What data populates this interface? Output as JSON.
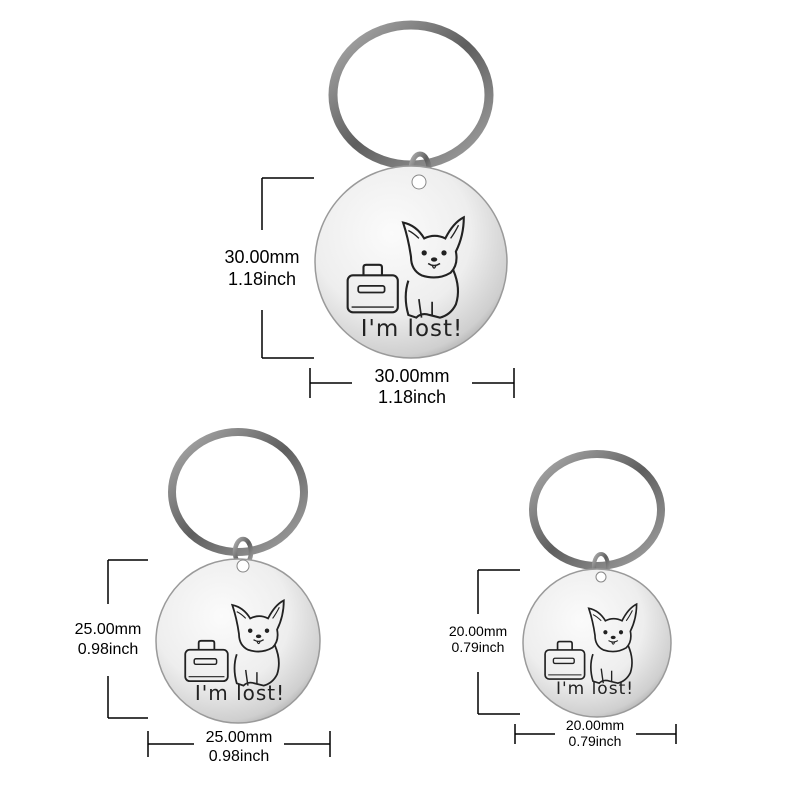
{
  "tags": [
    {
      "id": "large",
      "engraving": "I'm lost!",
      "height_mm": "30.00mm",
      "height_inch": "1.18inch",
      "width_mm": "30.00mm",
      "width_inch": "1.18inch"
    },
    {
      "id": "medium",
      "engraving": "I'm lost!",
      "height_mm": "25.00mm",
      "height_inch": "0.98inch",
      "width_mm": "25.00mm",
      "width_inch": "0.98inch"
    },
    {
      "id": "small",
      "engraving": "I'm lost!",
      "height_mm": "20.00mm",
      "height_inch": "0.79inch",
      "width_mm": "20.00mm",
      "width_inch": "0.79inch"
    }
  ],
  "colors": {
    "metal_light": "#f7f7f7",
    "metal_mid": "#d9d9d9",
    "metal_dark": "#8f8f8f",
    "ring": "#7a7a7a",
    "line": "#000000"
  }
}
